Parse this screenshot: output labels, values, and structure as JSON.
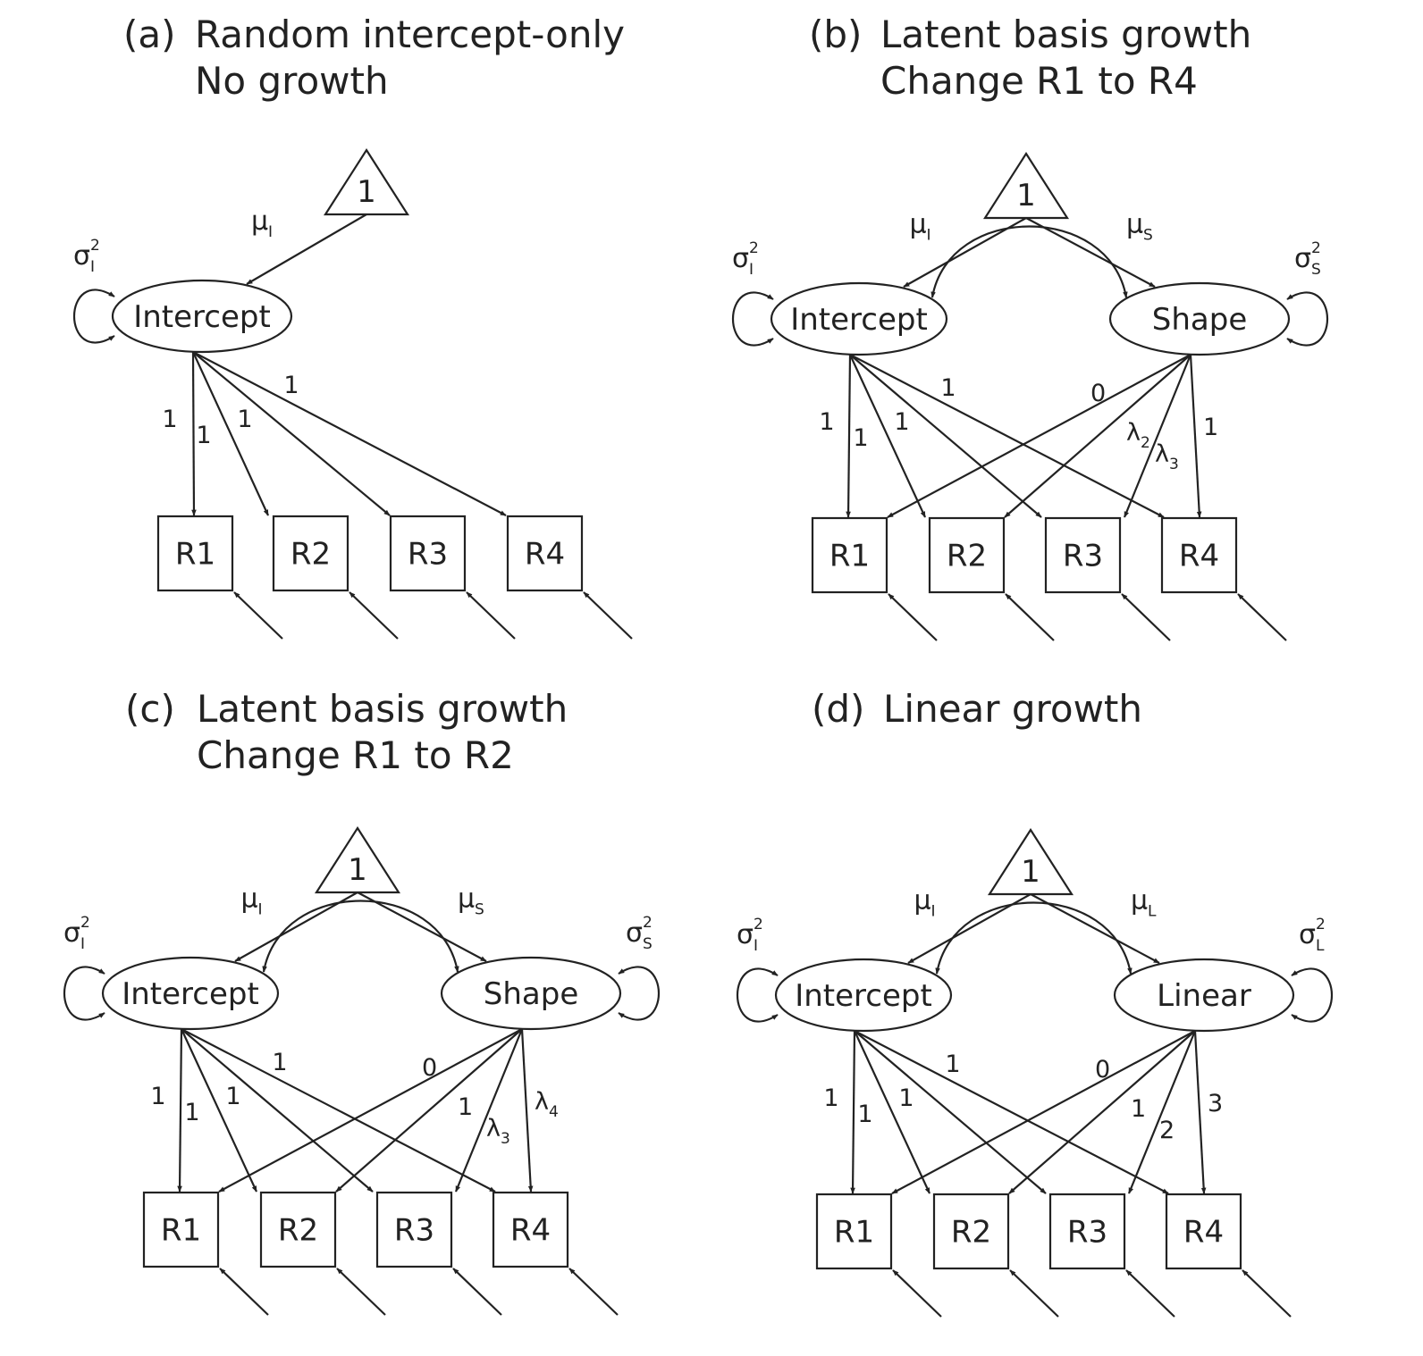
{
  "colors": {
    "ink": "#222222",
    "background": "#ffffff"
  },
  "panels": [
    {
      "id": "a",
      "letter": "(a)",
      "title_lines": [
        "Random intercept-only",
        "No growth"
      ],
      "constant": "1",
      "factors": [
        {
          "id": "I",
          "label": "Intercept",
          "mean_sym": "μ",
          "mean_sub": "I",
          "var_sym": "σ",
          "var_sub": "I",
          "var_sup": "2"
        }
      ],
      "indicators": [
        "R1",
        "R2",
        "R3",
        "R4"
      ],
      "loadings": {
        "I": [
          "1",
          "1",
          "1",
          "1"
        ]
      },
      "covariance": false
    },
    {
      "id": "b",
      "letter": "(b)",
      "title_lines": [
        "Latent basis growth",
        "Change R1 to R4"
      ],
      "constant": "1",
      "factors": [
        {
          "id": "I",
          "label": "Intercept",
          "mean_sym": "μ",
          "mean_sub": "I",
          "var_sym": "σ",
          "var_sub": "I",
          "var_sup": "2"
        },
        {
          "id": "S",
          "label": "Shape",
          "mean_sym": "μ",
          "mean_sub": "S",
          "var_sym": "σ",
          "var_sub": "S",
          "var_sup": "2"
        }
      ],
      "indicators": [
        "R1",
        "R2",
        "R3",
        "R4"
      ],
      "loadings": {
        "I": [
          "1",
          "1",
          "1",
          "1"
        ],
        "S": [
          {
            "text": "0"
          },
          {
            "text": "λ",
            "sub": "2"
          },
          {
            "text": "λ",
            "sub": "3"
          },
          {
            "text": "1"
          }
        ]
      },
      "covariance": true
    },
    {
      "id": "c",
      "letter": "(c)",
      "title_lines": [
        "Latent basis growth",
        "Change R1 to R2"
      ],
      "constant": "1",
      "factors": [
        {
          "id": "I",
          "label": "Intercept",
          "mean_sym": "μ",
          "mean_sub": "I",
          "var_sym": "σ",
          "var_sub": "I",
          "var_sup": "2"
        },
        {
          "id": "S",
          "label": "Shape",
          "mean_sym": "μ",
          "mean_sub": "S",
          "var_sym": "σ",
          "var_sub": "S",
          "var_sup": "2"
        }
      ],
      "indicators": [
        "R1",
        "R2",
        "R3",
        "R4"
      ],
      "loadings": {
        "I": [
          "1",
          "1",
          "1",
          "1"
        ],
        "S": [
          {
            "text": "0"
          },
          {
            "text": "1"
          },
          {
            "text": "λ",
            "sub": "3"
          },
          {
            "text": "λ",
            "sub": "4"
          }
        ]
      },
      "covariance": true
    },
    {
      "id": "d",
      "letter": "(d)",
      "title_lines": [
        "Linear growth"
      ],
      "constant": "1",
      "factors": [
        {
          "id": "I",
          "label": "Intercept",
          "mean_sym": "μ",
          "mean_sub": "I",
          "var_sym": "σ",
          "var_sub": "I",
          "var_sup": "2"
        },
        {
          "id": "L",
          "label": "Linear",
          "mean_sym": "μ",
          "mean_sub": "L",
          "var_sym": "σ",
          "var_sub": "L",
          "var_sup": "2"
        }
      ],
      "indicators": [
        "R1",
        "R2",
        "R3",
        "R4"
      ],
      "loadings": {
        "I": [
          "1",
          "1",
          "1",
          "1"
        ],
        "S": [
          {
            "text": "0"
          },
          {
            "text": "1"
          },
          {
            "text": "2"
          },
          {
            "text": "3"
          }
        ]
      },
      "covariance": true
    }
  ]
}
